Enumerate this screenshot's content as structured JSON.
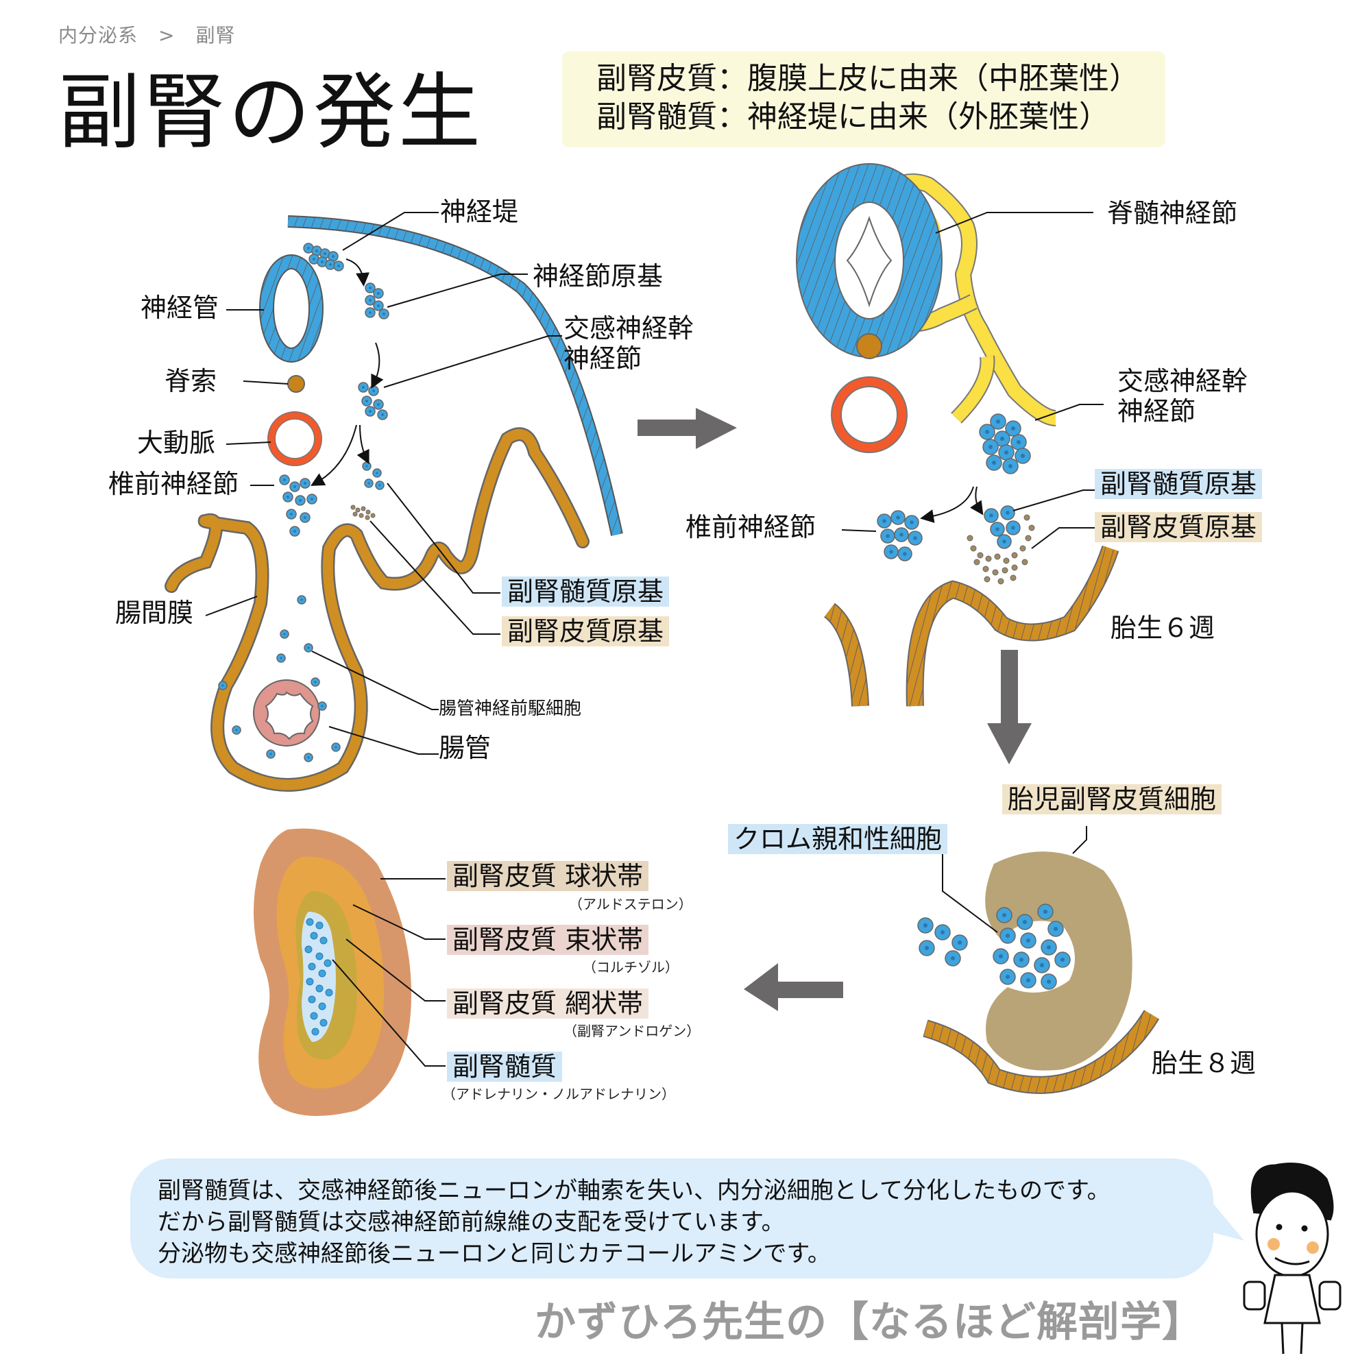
{
  "breadcrumb": [
    "内分泌系",
    ">",
    "副腎"
  ],
  "title": "副腎の発生",
  "summary": {
    "line1": "副腎皮質：腹膜上皮に由来（中胚葉性）",
    "line2": "副腎髄質：神経堤に由来（外胚葉性）"
  },
  "colors": {
    "neural_blue": "#3fa4dd",
    "mesoderm_tan": "#d08f22",
    "aorta_red": "#f25a2c",
    "nerve_yellow": "#fadf45",
    "gut_pink": "#de968e",
    "arrow_gray": "#6b686a",
    "summary_bg": "#fbf9dc",
    "bubble_bg": "#dcedfb",
    "highlight_blue": "#cfe6f7",
    "highlight_tan": "#f1e3c8"
  },
  "panel1": {
    "labels": {
      "neural_crest": "神経堤",
      "ganglion_primordium": "神経節原基",
      "sympathetic_trunk_ganglion_1": "交感神経幹",
      "sympathetic_trunk_ganglion_2": "神経節",
      "neural_tube": "神経管",
      "notochord": "脊索",
      "aorta": "大動脈",
      "preaortic_ganglion": "椎前神経節",
      "medulla_primordium": "副腎髄質原基",
      "cortex_primordium": "副腎皮質原基",
      "mesentery": "腸間膜",
      "enteric_neural_precursor": "腸管神経前駆細胞",
      "gut_tube": "腸管"
    }
  },
  "panel2": {
    "labels": {
      "spinal_ganglion": "脊髄神経節",
      "sympathetic_trunk_ganglion_1": "交感神経幹",
      "sympathetic_trunk_ganglion_2": "神経節",
      "medulla_primordium": "副腎髄質原基",
      "cortex_primordium": "副腎皮質原基",
      "preaortic_ganglion": "椎前神経節",
      "stage": "胎生６週"
    }
  },
  "panel3": {
    "labels": {
      "fetal_cortex_cells": "胎児副腎皮質細胞",
      "chromaffin_cells": "クロム親和性細胞",
      "stage": "胎生８週"
    }
  },
  "panel4": {
    "zones": [
      {
        "name": "副腎皮質 球状帯",
        "hormone": "（アルドステロン）"
      },
      {
        "name": "副腎皮質 束状帯",
        "hormone": "（コルチゾル）"
      },
      {
        "name": "副腎皮質 網状帯",
        "hormone": "（副腎アンドロゲン）"
      },
      {
        "name": "副腎髄質",
        "hormone": "（アドレナリン・ノルアドレナリン）"
      }
    ]
  },
  "speech_bubble": {
    "line1": "副腎髄質は、交感神経節後ニューロンが軸索を失い、内分泌細胞として分化したものです。",
    "line2": "だから副腎髄質は交感神経節前線維の支配を受けています。",
    "line3": "分泌物も交感神経節後ニューロンと同じカテコールアミンです。"
  },
  "brand": "かずひろ先生の【なるほど解剖学】"
}
